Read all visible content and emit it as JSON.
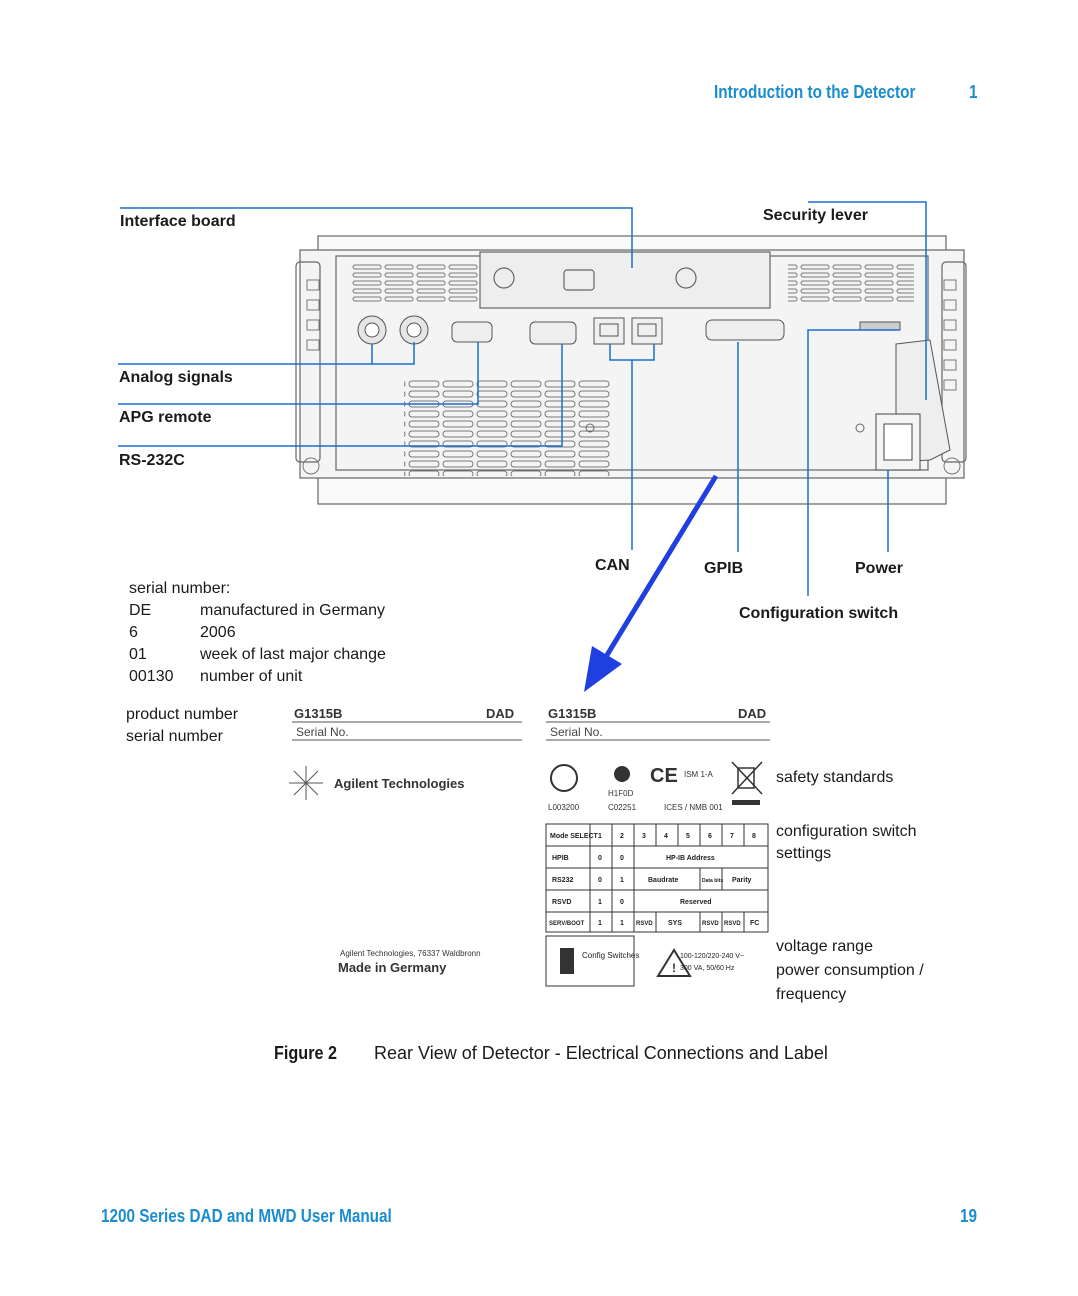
{
  "header": {
    "title": "Introduction to the Detector",
    "chapter": "1"
  },
  "callouts": {
    "interface_board": "Interface board",
    "security_lever": "Security lever",
    "analog_signals": "Analog signals",
    "apg_remote": "APG remote",
    "rs232c": "RS-232C",
    "can": "CAN",
    "gpib": "GPIB",
    "power": "Power",
    "configuration_switch": "Configuration switch"
  },
  "serial_info": {
    "heading": "serial number:",
    "rows": [
      {
        "code": "DE",
        "meaning": "manufactured in Germany"
      },
      {
        "code": "6",
        "meaning": "2006"
      },
      {
        "code": "01",
        "meaning": "week of last major change"
      },
      {
        "code": "00130",
        "meaning": "number of unit"
      }
    ]
  },
  "label_notes": {
    "product_number": "product number",
    "serial_number": "serial number",
    "safety_standards": "safety standards",
    "config_switch_settings_1": "configuration switch",
    "config_switch_settings_2": "settings",
    "voltage_range": "voltage range",
    "power_consumption": "power consumption /",
    "frequency": "frequency"
  },
  "label_left": {
    "product": "G1315B",
    "type": "DAD",
    "serial": "Serial No.",
    "company": "Agilent Technologies",
    "address": "Agilent Technologies, 76337 Waldbronn",
    "made_in": "Made in Germany"
  },
  "label_right": {
    "product": "G1315B",
    "type": "DAD",
    "serial": "Serial No.",
    "cert1": "H1F0D",
    "cert2": "C02251",
    "lot": "L003200",
    "ism": "ISM 1-A",
    "ices": "ICES / NMB 001",
    "config_table": {
      "header": [
        "Mode SELECT",
        "1",
        "2",
        "3",
        "4",
        "5",
        "6",
        "7",
        "8"
      ],
      "rows": [
        [
          "HPIB",
          "0",
          "0",
          "HP-IB Address"
        ],
        [
          "RS232",
          "0",
          "1",
          "Baudrate",
          "Data bits",
          "Parity"
        ],
        [
          "RSVD",
          "1",
          "0",
          "Reserved"
        ],
        [
          "SERV/BOOT",
          "1",
          "1",
          "RSVD",
          "SYS",
          "RSVD",
          "RSVD",
          "FC"
        ]
      ]
    },
    "config_switch": "Config Switches",
    "voltage": "100-120/220-240 V~",
    "power": "300 VA, 50/60 Hz"
  },
  "figure": {
    "number": "Figure 2",
    "caption": "Rear View of Detector - Electrical Connections and Label"
  },
  "footer": {
    "manual": "1200 Series DAD and MWD User Manual",
    "page": "19"
  },
  "colors": {
    "accent": "#1a8ccf",
    "callout_line": "#1a6fd0",
    "arrow": "#1f3fe0"
  }
}
